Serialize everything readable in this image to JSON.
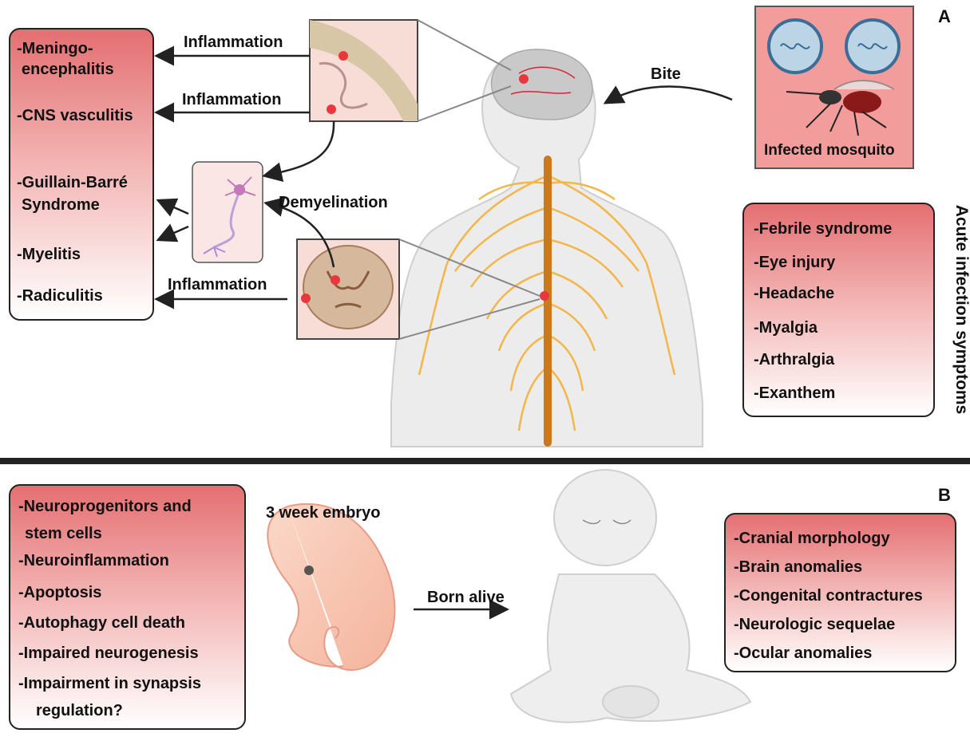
{
  "panelA": {
    "letter": "A",
    "left_box_items": [
      "-Meningo-",
      "encephalitis",
      "-CNS vasculitis",
      "-Guillain-Barré",
      "Syndrome",
      "-Myelitis",
      "-Radiculitis"
    ],
    "arrow_labels": {
      "inflammation_1": "Inflammation",
      "inflammation_2": "Inflammation",
      "demyelination": "Demyelination",
      "inflammation_3": "Inflammation",
      "bite": "Bite"
    },
    "mosquito_caption": "Infected mosquito",
    "vertical_title": "Acute infection symptoms",
    "symptom_items": [
      "-Febrile syndrome",
      "-Eye injury",
      "-Headache",
      "-Myalgia",
      "-Arthralgia",
      "-Exanthem"
    ]
  },
  "panelB": {
    "letter": "B",
    "left_items": [
      "-Neuroprogenitors and",
      "stem cells",
      "-Neuroinflammation",
      "-Apoptosis",
      "-Autophagy cell death",
      "-Impaired neurogenesis",
      "-Impairment in synapsis",
      "regulation?"
    ],
    "embryo_label": "3 week embryo",
    "born_label": "Born alive",
    "right_items": [
      "-Cranial morphology",
      "-Brain anomalies",
      "-Congenital contractures",
      "-Neurologic sequelae",
      "-Ocular anomalies"
    ]
  },
  "colors": {
    "box_top": "#e46f72",
    "nerve": "#f2b64a",
    "spine": "#c9791e",
    "lesion": "#e8383d"
  }
}
